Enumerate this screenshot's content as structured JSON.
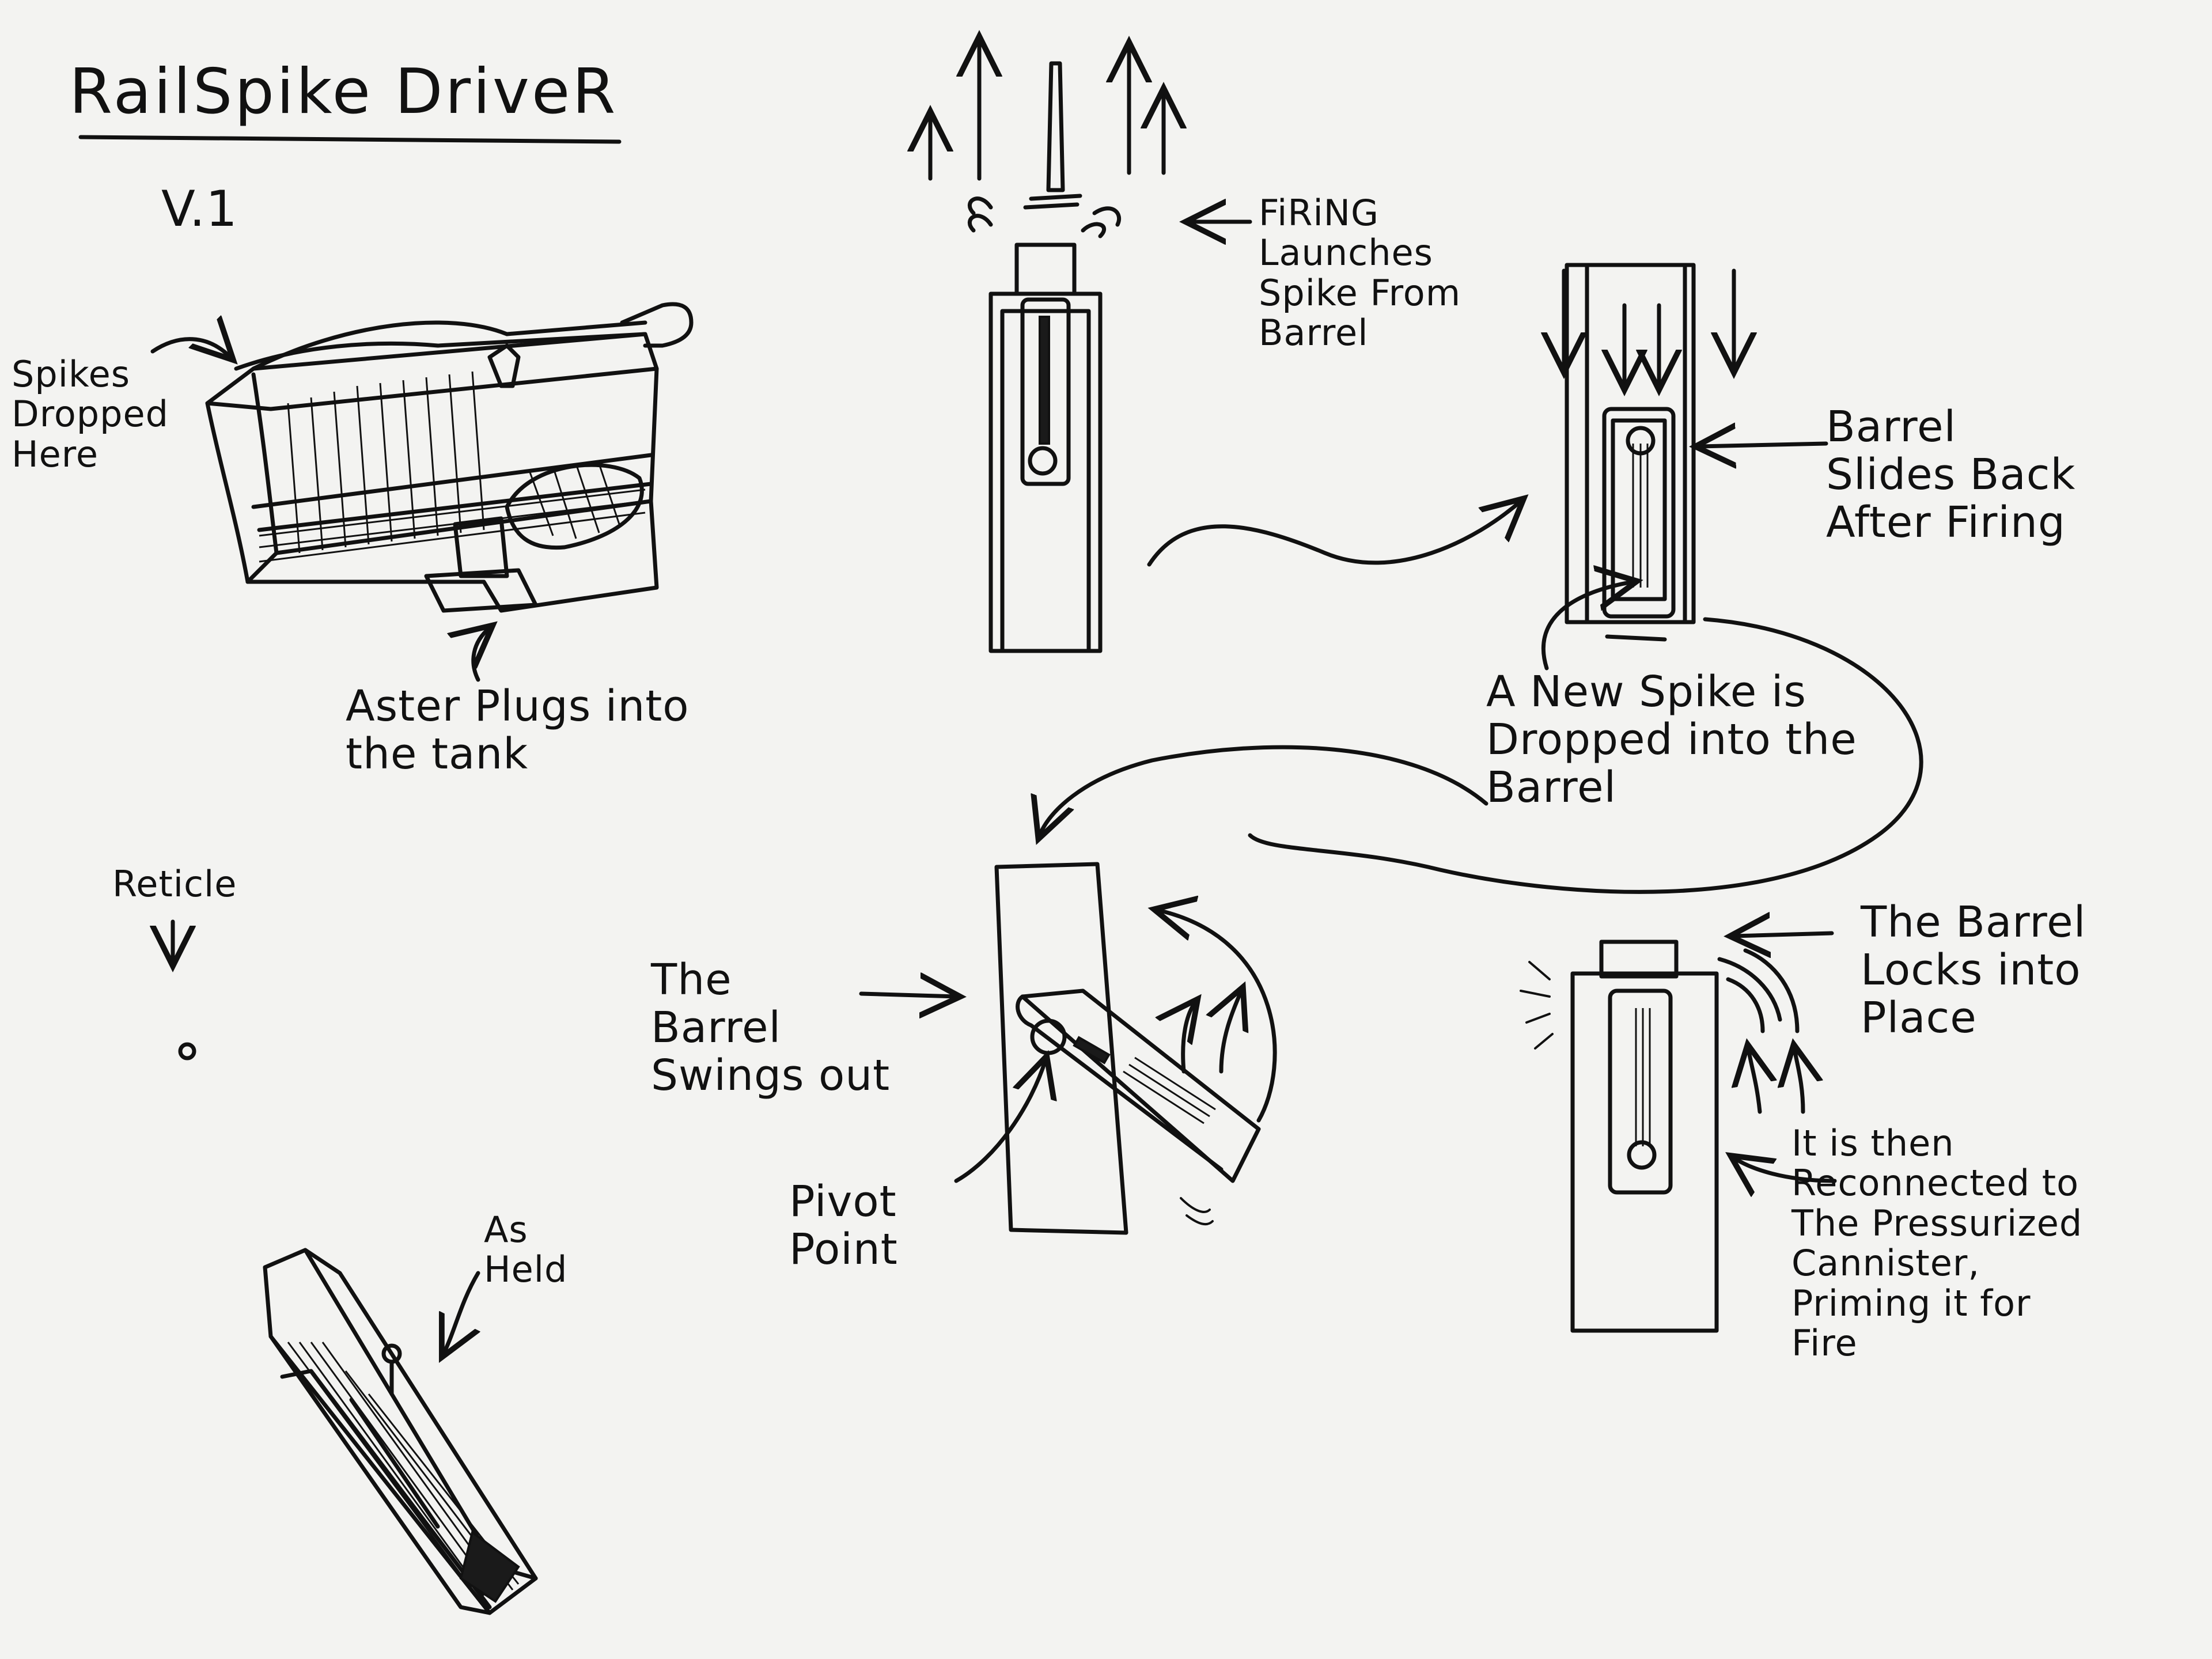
{
  "title": "RailSpike DriveR",
  "version": "V.1",
  "labels": {
    "spikes_dropped": [
      "Spikes",
      "Dropped",
      "Here"
    ],
    "aster_plugs": [
      "Aster Plugs into",
      "the tank"
    ],
    "reticle": "Reticle",
    "as_held": [
      "As",
      "Held"
    ],
    "firing": [
      "FiRiNG",
      "Launches",
      "Spike From",
      "Barrel"
    ],
    "barrel_slides": [
      "Barrel",
      "Slides Back",
      "After Firing"
    ],
    "new_spike": [
      "A New Spike is",
      "Dropped into the",
      "Barrel"
    ],
    "swings_out": [
      "The",
      "Barrel",
      "Swings out"
    ],
    "pivot_point": [
      "Pivot",
      "Point"
    ],
    "locks_into_place": [
      "The Barrel",
      "Locks into",
      "Place"
    ],
    "reconnected": [
      "It is then",
      "Reconnected to",
      "The Pressurized",
      "Cannister,",
      "Priming it for",
      "Fire"
    ]
  },
  "colors": {
    "paper": "#f3f3f1",
    "ink": "#111111"
  }
}
